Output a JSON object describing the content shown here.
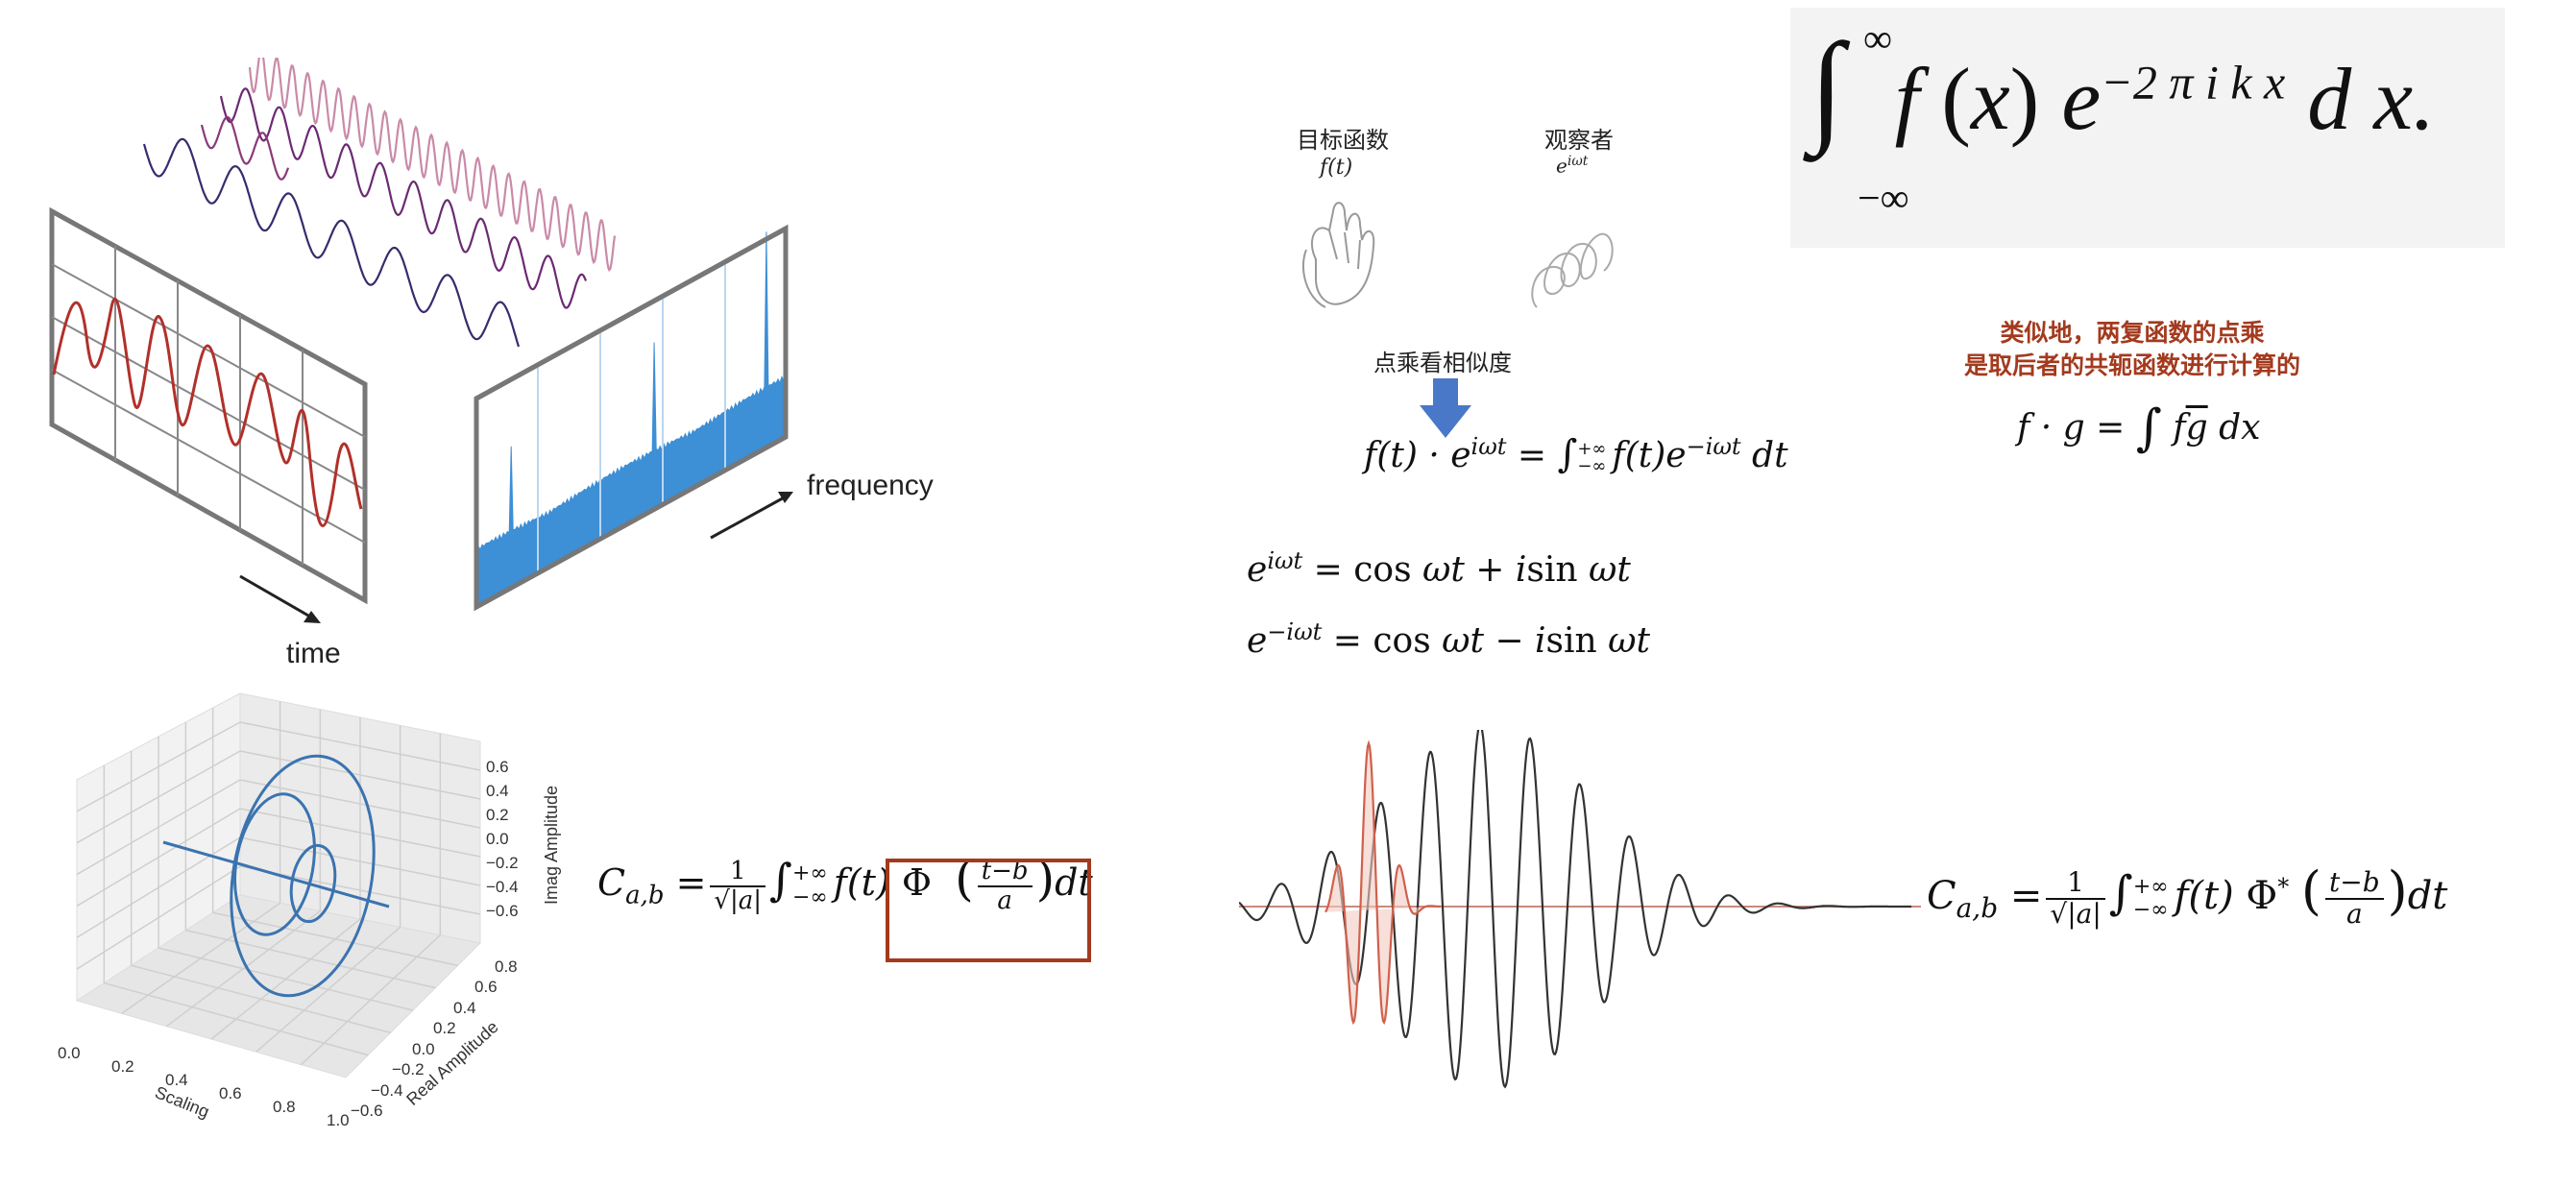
{
  "fourier_illustration": {
    "time_label": "time",
    "frequency_label": "frequency"
  },
  "integral_box": {
    "formula": "∫₋∞^∞ f (x) e^(−2 π i k x) d x."
  },
  "observer_panel": {
    "target_title": "目标函数",
    "target_symbol": "f(t)",
    "observer_title": "观察者",
    "observer_symbol": "e^{iωt}",
    "dot_label": "点乘看相似度",
    "dot_formula": "f(t) · e^{iωt} = ∫₋∞^{+∞} f(t)e^{−iωt} dt"
  },
  "euler": {
    "line1": "e^{iωt} = cos ωt + i sin ωt",
    "line2": "e^{−iωt} = cos ωt − i sin ωt"
  },
  "conjugate_note": {
    "line1": "类似地，两复函数的点乘",
    "line2": "是取后者的共轭函数进行计算的",
    "formula": "f · g = ∫ f g̅ dx"
  },
  "wavelet_3d_plot": {
    "x_axis_label": "Scaling",
    "y_axis_label": "Real Amplitude",
    "z_axis_label": "Imag Amplitude",
    "x_ticks": [
      "0.0",
      "0.2",
      "0.4",
      "0.6",
      "0.8",
      "1.0"
    ],
    "y_ticks": [
      "0.8",
      "0.6",
      "0.4",
      "0.2",
      "0.0",
      "−0.2",
      "−0.4",
      "−0.6"
    ],
    "z_ticks": [
      "0.6",
      "0.4",
      "0.2",
      "0.0",
      "−0.2",
      "−0.4",
      "−0.6"
    ]
  },
  "cwt_formula_1": {
    "text": "C_{a,b} = 1/√|a| ∫₋∞^{+∞} f(t) Φ ((t−b)/a) dt"
  },
  "cwt_formula_2": {
    "text": "C_{a,b} = 1/√|a| ∫₋∞^{+∞} f(t) Φ* ((t−b)/a) dt"
  },
  "colors": {
    "accent_red": "#a33a1e",
    "spectrum_blue": "#3d8fd6",
    "arrow_blue": "#4a78c8",
    "signal_red": "#b2302a",
    "wavelet_blue": "#3b73b0"
  }
}
